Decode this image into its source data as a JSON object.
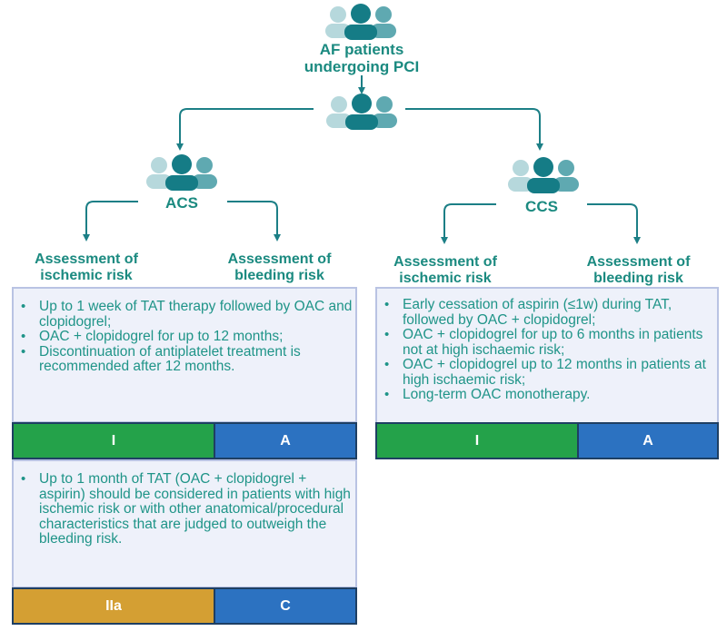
{
  "root": {
    "title_line1": "AF patients",
    "title_line2": "undergoing PCI",
    "icon": "people-group-icon"
  },
  "acs": {
    "label": "ACS",
    "icon": "people-group-icon",
    "assess_ischemic_line1": "Assessment of",
    "assess_ischemic_line2": "ischemic risk",
    "assess_bleeding_line1": "Assessment of",
    "assess_bleeding_line2": "bleeding risk",
    "box1": {
      "items": [
        "Up to 1 week of TAT therapy followed by OAC and clopidogrel;",
        "OAC + clopidogrel for up to 12 months;",
        "Discontinuation of antiplatelet treatment is recommended after 12 months."
      ],
      "class": "I",
      "level": "A"
    },
    "box2": {
      "items": [
        "Up to 1 month of TAT (OAC + clopidogrel + aspirin) should be considered in patients with high ischemic risk or with other anatomical/procedural characteristics that are judged to outweigh the bleeding risk."
      ],
      "class": "IIa",
      "level": "C"
    }
  },
  "ccs": {
    "label": "CCS",
    "icon": "people-group-icon",
    "assess_ischemic_line1": "Assessment of",
    "assess_ischemic_line2": "ischemic risk",
    "assess_bleeding_line1": "Assessment of",
    "assess_bleeding_line2": "bleeding risk",
    "box1": {
      "items": [
        "Early cessation of aspirin (≤1w) during TAT, followed by OAC + clopidogrel;",
        "OAC + clopidogrel for up to 6 months in patients not at high ischaemic risk;",
        "OAC + clopidogrel up to 12 months in patients at high ischaemic risk;",
        "Long-term OAC monotherapy."
      ],
      "class": "I",
      "level": "A"
    }
  },
  "colors": {
    "text_teal": "#1b8a80",
    "class_I": "#24a24a",
    "class_IIa": "#d49f33",
    "level_blue": "#2c72c1",
    "box_bg": "#eef1fa",
    "box_border": "#b9c3e3"
  }
}
